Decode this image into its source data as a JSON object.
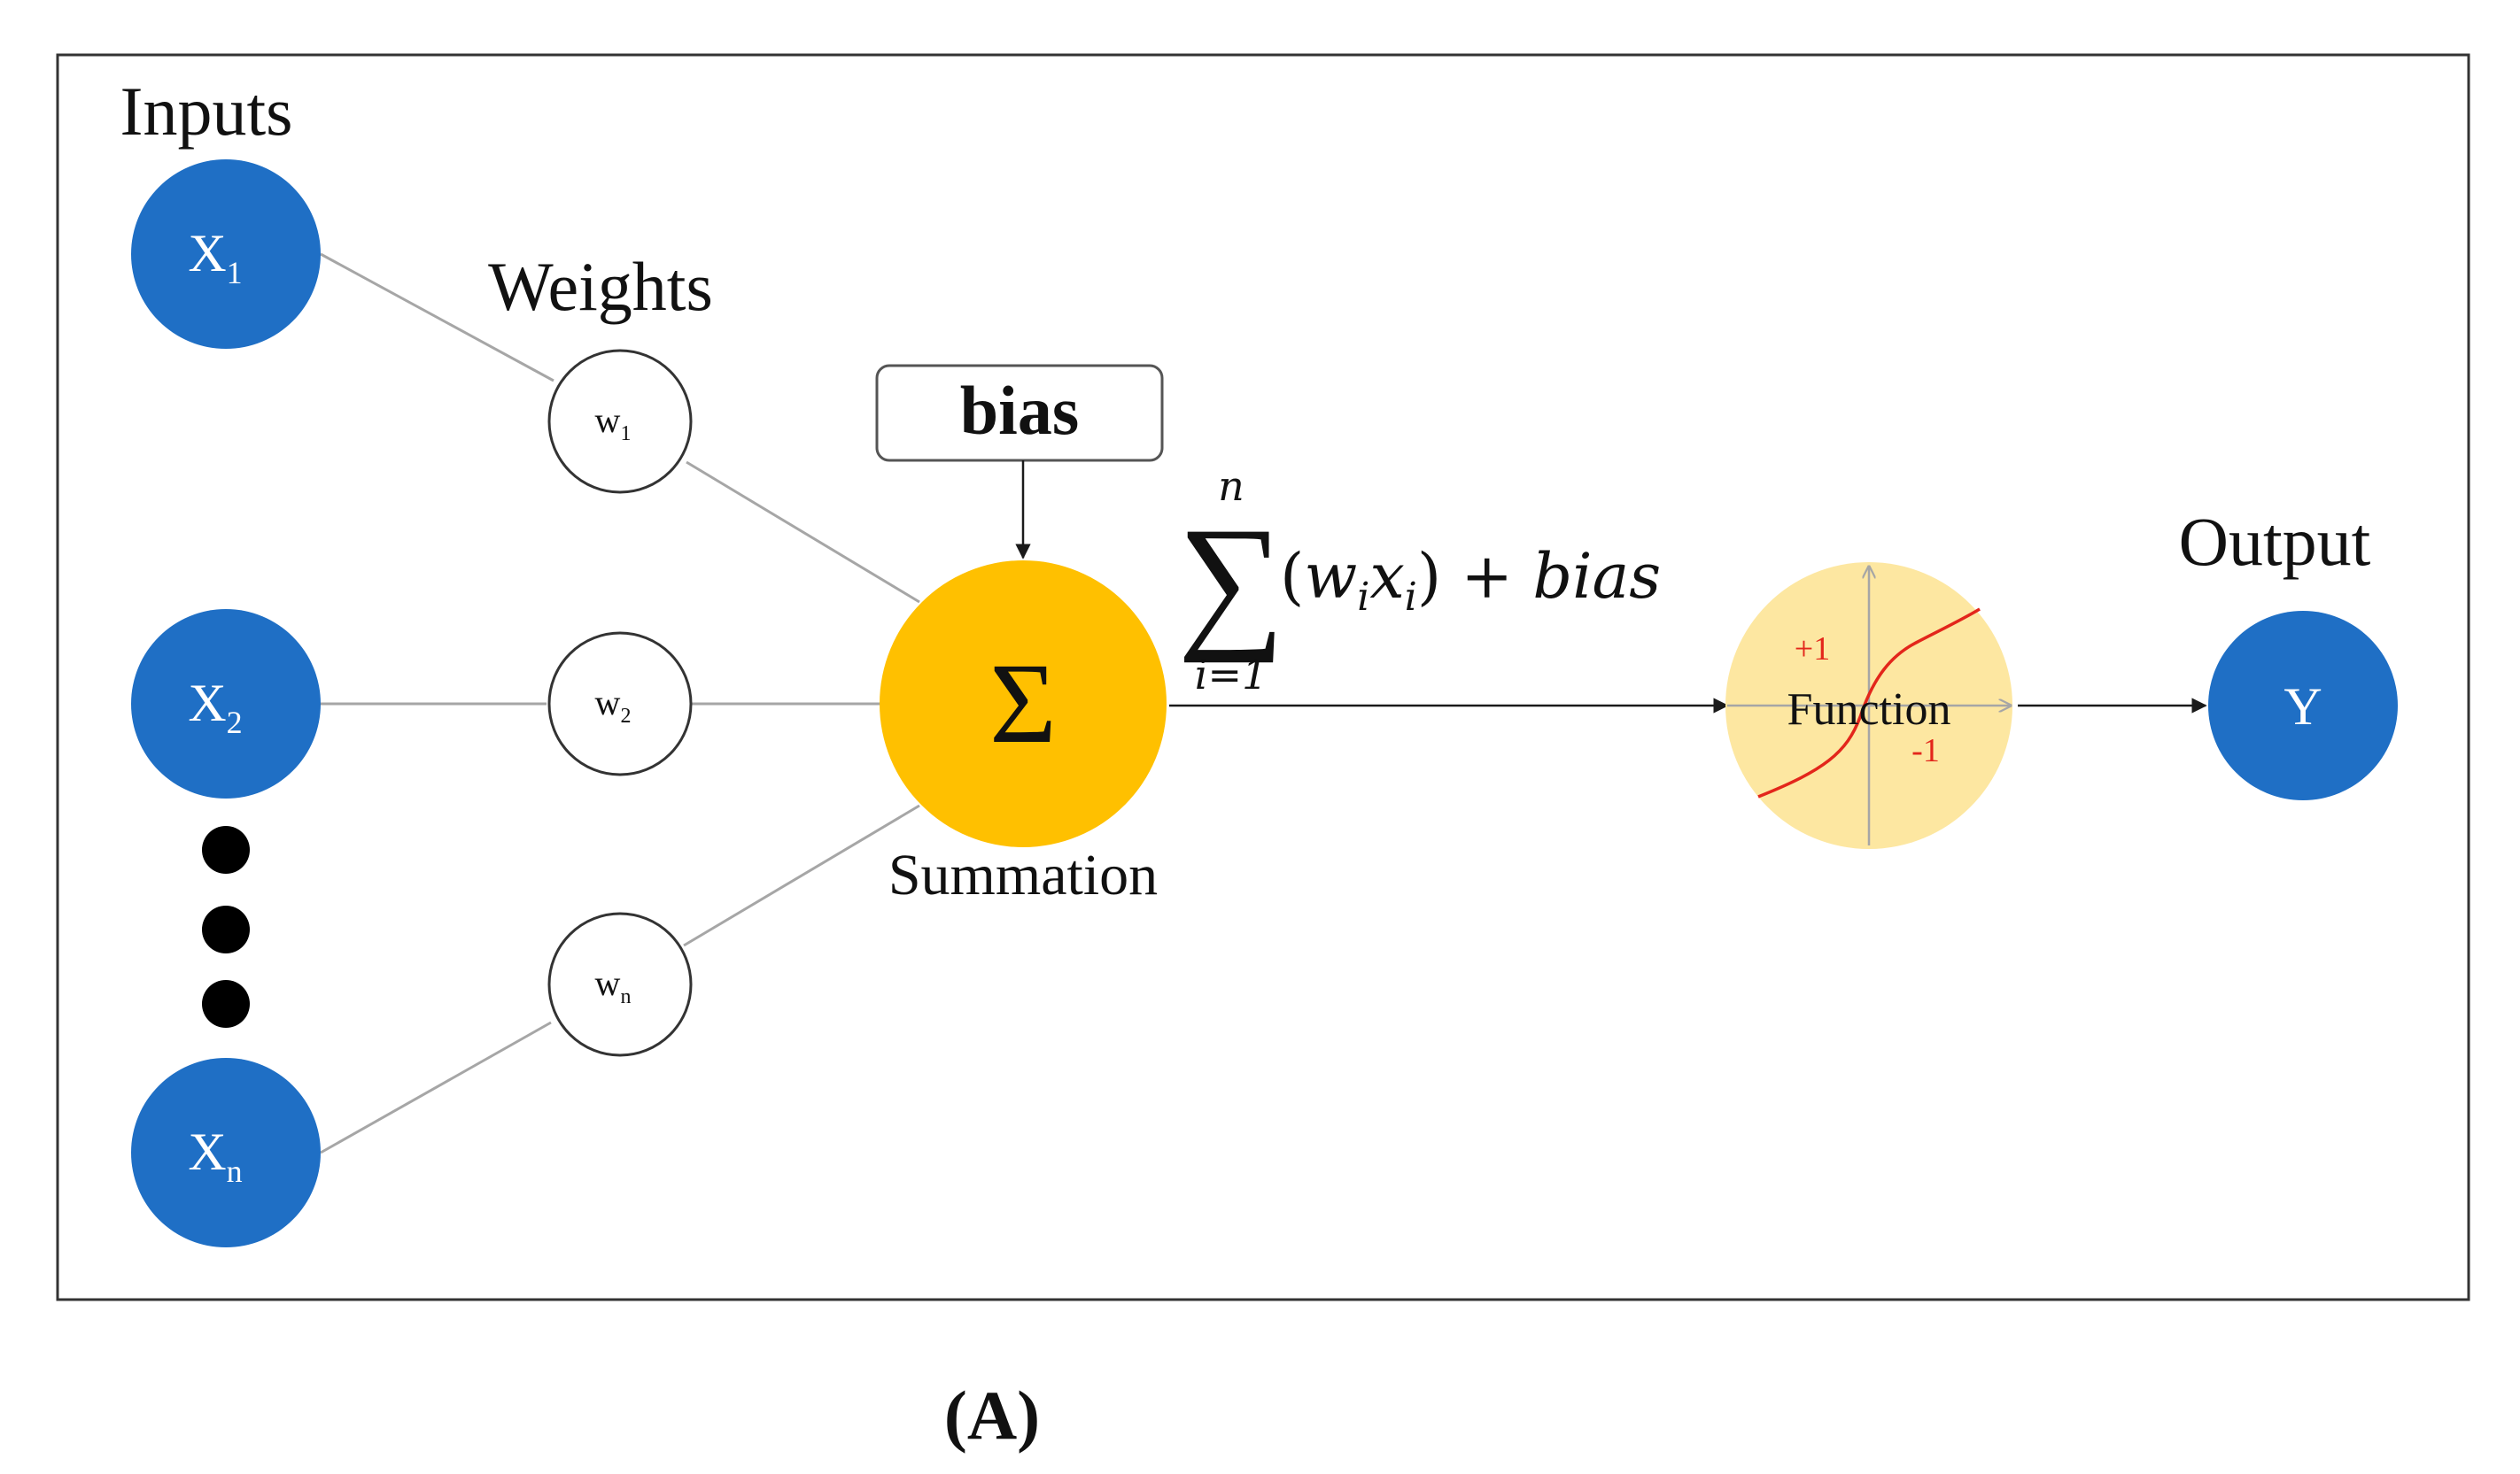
{
  "title": "Inputs",
  "labels": {
    "inputs": "Inputs",
    "weights": "Weights",
    "bias": "bias",
    "summation": "Summation",
    "sigma_symbol": "Σ",
    "output": "Output",
    "function": "Function",
    "plus_one": "+1",
    "minus_one": "-1",
    "panel_label": "(A)"
  },
  "inputs": [
    {
      "base": "X",
      "sub": "1"
    },
    {
      "base": "X",
      "sub": "2"
    },
    {
      "base": "X",
      "sub": "n"
    }
  ],
  "weights": [
    {
      "base": "w",
      "sub": "1"
    },
    {
      "base": "w",
      "sub": "2"
    },
    {
      "base": "w",
      "sub": "n"
    }
  ],
  "output_node": "Y",
  "formula": {
    "upper_limit": "n",
    "lower_limit": "i=1",
    "sum_symbol": "∑",
    "body_open": "(",
    "w": "w",
    "w_sub": "i",
    "x": "x",
    "x_sub": "i",
    "body_close": ") + ",
    "bias": "bias"
  },
  "colors": {
    "input_node": "#1f6fc5",
    "summation_node": "#ffc000",
    "function_node": "#fde7a1",
    "curve": "#e3261b",
    "line": "#a6a6a6",
    "arrow": "#1a1a1a"
  }
}
